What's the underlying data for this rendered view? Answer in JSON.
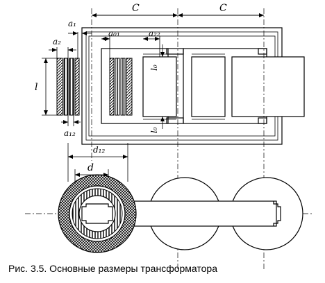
{
  "labels": {
    "c1": "C",
    "c2": "C",
    "a1": "a₁",
    "a2": "a₂",
    "a01": "a₀₁",
    "a22": "a₂₂",
    "l": "l",
    "l0_top": "l₀",
    "l0_bottom": "l₀",
    "a12": "a₁₂",
    "d12": "d₁₂",
    "d": "d"
  },
  "caption": "Рис. 3.5. Основные размеры трансформатора"
}
